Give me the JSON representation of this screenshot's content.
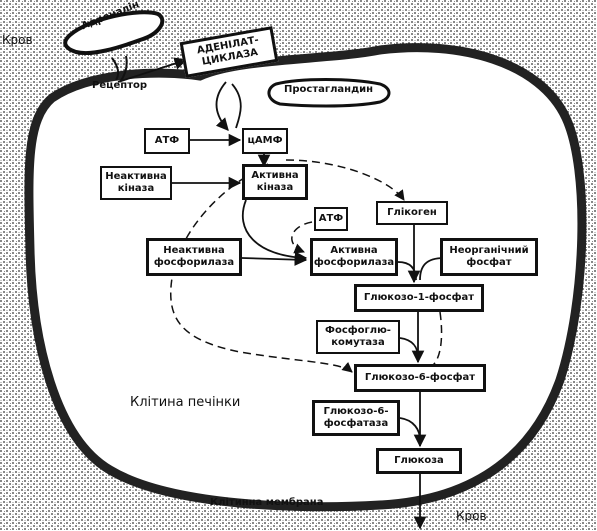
{
  "labels": {
    "blood_top": "Кров",
    "blood_bottom": "Кров",
    "adrenaline": "Адреналін",
    "receptor": "Рецептор",
    "prostaglandins": "Простагландин",
    "cell": "Клітина печінки",
    "membrane": "Клітинна мембрана"
  },
  "nodes": {
    "adenylate_cyclase": "АДЕНІЛАТ-\nЦИКЛАЗА",
    "atp_1": "АТФ",
    "camp": "цАМФ",
    "inactive_kinase": "Неактивна\nкіназа",
    "active_kinase": "Активна\nкіназа",
    "atp_2": "АТФ",
    "glycogen": "Глікоген",
    "inactive_phosphorylase": "Неактивна\nфосфорилаза",
    "active_phosphorylase": "Активна\nфосфорилаза",
    "inorganic_phosphate": "Неорганічний\nфосфат",
    "glucose_1_phosphate": "Глюкозо-1-фосфат",
    "phosphoglucomutase": "Фосфоглю-\nкомутаза",
    "glucose_6_phosphate": "Глюкозо-6-фосфат",
    "glucose_6_phosphatase": "Глюкозо-6-\nфосфатаза",
    "glucose": "Глюкоза"
  },
  "colors": {
    "ink": "#111111",
    "stipple": "#3a3a3a",
    "membrane": "#222222",
    "background": "#ffffff"
  }
}
